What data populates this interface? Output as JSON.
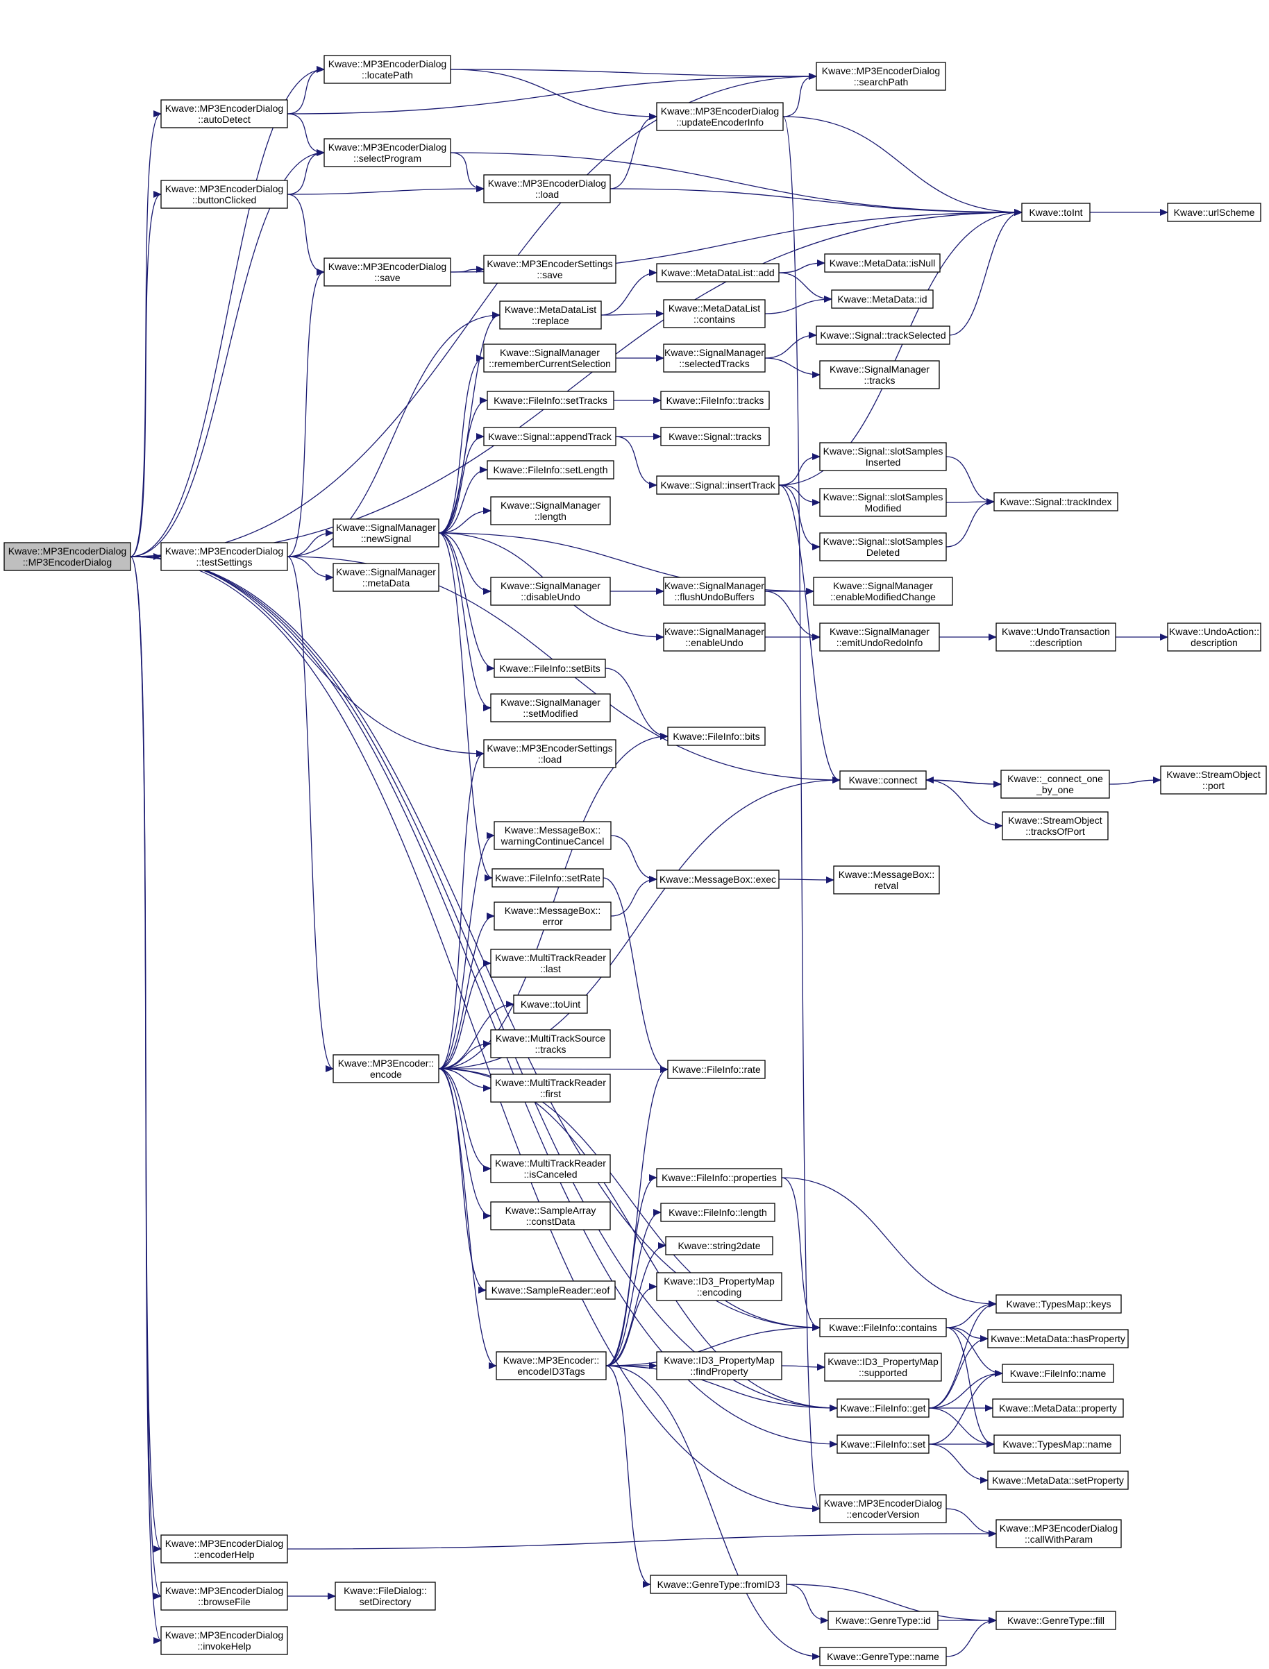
{
  "colors": {
    "edge": "#191970",
    "node_fill": "#ffffff",
    "highlight_fill": "#bfbfbf",
    "border": "#000000"
  },
  "nodes": {
    "root": [
      "Kwave::MP3EncoderDialog",
      "::MP3EncoderDialog"
    ],
    "autoDetect": [
      "Kwave::MP3EncoderDialog",
      "::autoDetect"
    ],
    "buttonClicked": [
      "Kwave::MP3EncoderDialog",
      "::buttonClicked"
    ],
    "testSettings": [
      "Kwave::MP3EncoderDialog",
      "::testSettings"
    ],
    "encoderHelp": [
      "Kwave::MP3EncoderDialog",
      "::encoderHelp"
    ],
    "browseFile": [
      "Kwave::MP3EncoderDialog",
      "::browseFile"
    ],
    "invokeHelp": [
      "Kwave::MP3EncoderDialog",
      "::invokeHelp"
    ],
    "locatePath": [
      "Kwave::MP3EncoderDialog",
      "::locatePath"
    ],
    "selectProgram": [
      "Kwave::MP3EncoderDialog",
      "::selectProgram"
    ],
    "save": [
      "Kwave::MP3EncoderDialog",
      "::save"
    ],
    "newSignal": [
      "Kwave::SignalManager",
      "::newSignal"
    ],
    "smMetaData": [
      "Kwave::SignalManager",
      "::metaData"
    ],
    "encode": [
      "Kwave::MP3Encoder::",
      "encode"
    ],
    "fdSetDir": [
      "Kwave::FileDialog::",
      "setDirectory"
    ],
    "load": [
      "Kwave::MP3EncoderDialog",
      "::load"
    ],
    "mesSave": [
      "Kwave::MP3EncoderSettings",
      "::save"
    ],
    "mdlReplace": [
      "Kwave::MetaDataList",
      "::replace"
    ],
    "smRemember": [
      "Kwave::SignalManager",
      "::rememberCurrentSelection"
    ],
    "fiSetTracks": [
      "Kwave::FileInfo::setTracks"
    ],
    "sigAppend": [
      "Kwave::Signal::appendTrack"
    ],
    "fiSetLength": [
      "Kwave::FileInfo::setLength"
    ],
    "smLength": [
      "Kwave::SignalManager",
      "::length"
    ],
    "smDisableUndo": [
      "Kwave::SignalManager",
      "::disableUndo"
    ],
    "fiSetBits": [
      "Kwave::FileInfo::setBits"
    ],
    "smSetModified": [
      "Kwave::SignalManager",
      "::setModified"
    ],
    "mesLoad": [
      "Kwave::MP3EncoderSettings",
      "::load"
    ],
    "mbWarn": [
      "Kwave::MessageBox::",
      "warningContinueCancel"
    ],
    "fiSetRate": [
      "Kwave::FileInfo::setRate"
    ],
    "mbError": [
      "Kwave::MessageBox::",
      "error"
    ],
    "mtrLast": [
      "Kwave::MultiTrackReader",
      "::last"
    ],
    "toUint": [
      "Kwave::toUint"
    ],
    "mtsTracks": [
      "Kwave::MultiTrackSource",
      "::tracks"
    ],
    "mtrFirst": [
      "Kwave::MultiTrackReader",
      "::first"
    ],
    "mtrCanceled": [
      "Kwave::MultiTrackReader",
      "::isCanceled"
    ],
    "saConst": [
      "Kwave::SampleArray",
      "::constData"
    ],
    "srEof": [
      "Kwave::SampleReader::eof"
    ],
    "encID3": [
      "Kwave::MP3Encoder::",
      "encodeID3Tags"
    ],
    "updateEncInfo": [
      "Kwave::MP3EncoderDialog",
      "::updateEncoderInfo"
    ],
    "mdlAdd": [
      "Kwave::MetaDataList::add"
    ],
    "mdlContains": [
      "Kwave::MetaDataList",
      "::contains"
    ],
    "smSelTracks": [
      "Kwave::SignalManager",
      "::selectedTracks"
    ],
    "fiTracks": [
      "Kwave::FileInfo::tracks"
    ],
    "sigTracks": [
      "Kwave::Signal::tracks"
    ],
    "sigInsert": [
      "Kwave::Signal::insertTrack"
    ],
    "smFlush": [
      "Kwave::SignalManager",
      "::flushUndoBuffers"
    ],
    "smEnableUndo": [
      "Kwave::SignalManager",
      "::enableUndo"
    ],
    "fiBits": [
      "Kwave::FileInfo::bits"
    ],
    "mbExec": [
      "Kwave::MessageBox::exec"
    ],
    "fiRate": [
      "Kwave::FileInfo::rate"
    ],
    "fiProps": [
      "Kwave::FileInfo::properties"
    ],
    "fiLength": [
      "Kwave::FileInfo::length"
    ],
    "str2date": [
      "Kwave::string2date"
    ],
    "id3Enc": [
      "Kwave::ID3_PropertyMap",
      "::encoding"
    ],
    "id3Find": [
      "Kwave::ID3_PropertyMap",
      "::findProperty"
    ],
    "gtFromID3": [
      "Kwave::GenreType::fromID3"
    ],
    "searchPath": [
      "Kwave::MP3EncoderDialog",
      "::searchPath"
    ],
    "mdIsNull": [
      "Kwave::MetaData::isNull"
    ],
    "mdId": [
      "Kwave::MetaData::id"
    ],
    "sigTrackSel": [
      "Kwave::Signal::trackSelected"
    ],
    "smTracks": [
      "Kwave::SignalManager",
      "::tracks"
    ],
    "sigSlotIns": [
      "Kwave::Signal::slotSamples",
      "Inserted"
    ],
    "sigSlotMod": [
      "Kwave::Signal::slotSamples",
      "Modified"
    ],
    "sigSlotDel": [
      "Kwave::Signal::slotSamples",
      "Deleted"
    ],
    "smEnableMod": [
      "Kwave::SignalManager",
      "::enableModifiedChange"
    ],
    "smEmitUndo": [
      "Kwave::SignalManager",
      "::emitUndoRedoInfo"
    ],
    "connect": [
      "Kwave::connect"
    ],
    "mbRetval": [
      "Kwave::MessageBox::",
      "retval"
    ],
    "fiContains": [
      "Kwave::FileInfo::contains"
    ],
    "id3Supported": [
      "Kwave::ID3_PropertyMap",
      "::supported"
    ],
    "fiGet": [
      "Kwave::FileInfo::get"
    ],
    "fiSet": [
      "Kwave::FileInfo::set"
    ],
    "encVersion": [
      "Kwave::MP3EncoderDialog",
      "::encoderVersion"
    ],
    "gtId": [
      "Kwave::GenreType::id"
    ],
    "gtName": [
      "Kwave::GenreType::name"
    ],
    "toInt": [
      "Kwave::toInt"
    ],
    "sigTrackIndex": [
      "Kwave::Signal::trackIndex"
    ],
    "utDesc": [
      "Kwave::UndoTransaction",
      "::description"
    ],
    "connOne": [
      "Kwave::_connect_one",
      "_by_one"
    ],
    "soTracksOfPort": [
      "Kwave::StreamObject",
      "::tracksOfPort"
    ],
    "tmKeys": [
      "Kwave::TypesMap::keys"
    ],
    "mdHasProp": [
      "Kwave::MetaData::hasProperty"
    ],
    "fiName": [
      "Kwave::FileInfo::name"
    ],
    "mdProperty": [
      "Kwave::MetaData::property"
    ],
    "tmName": [
      "Kwave::TypesMap::name"
    ],
    "mdSetProp": [
      "Kwave::MetaData::setProperty"
    ],
    "callWithParam": [
      "Kwave::MP3EncoderDialog",
      "::callWithParam"
    ],
    "gtFill": [
      "Kwave::GenreType::fill"
    ],
    "urlScheme": [
      "Kwave::urlScheme"
    ],
    "uaDesc": [
      "Kwave::UndoAction::",
      "description"
    ],
    "soPort": [
      "Kwave::StreamObject",
      "::port"
    ]
  },
  "edges": [
    [
      "root",
      "autoDetect"
    ],
    [
      "root",
      "buttonClicked"
    ],
    [
      "root",
      "testSettings"
    ],
    [
      "root",
      "encoderHelp"
    ],
    [
      "root",
      "browseFile"
    ],
    [
      "root",
      "invokeHelp"
    ],
    [
      "root",
      "locatePath"
    ],
    [
      "root",
      "searchPath"
    ],
    [
      "root",
      "selectProgram"
    ],
    [
      "root",
      "toInt"
    ],
    [
      "root",
      "mesLoad"
    ],
    [
      "root",
      "fiGet"
    ],
    [
      "root",
      "fiContains"
    ],
    [
      "root",
      "fiSet"
    ],
    [
      "root",
      "encVersion"
    ],
    [
      "autoDetect",
      "locatePath"
    ],
    [
      "autoDetect",
      "searchPath"
    ],
    [
      "autoDetect",
      "selectProgram"
    ],
    [
      "buttonClicked",
      "selectProgram"
    ],
    [
      "buttonClicked",
      "load"
    ],
    [
      "buttonClicked",
      "save"
    ],
    [
      "locatePath",
      "searchPath"
    ],
    [
      "locatePath",
      "updateEncInfo"
    ],
    [
      "selectProgram",
      "load"
    ],
    [
      "selectProgram",
      "toInt"
    ],
    [
      "load",
      "updateEncInfo"
    ],
    [
      "load",
      "toInt"
    ],
    [
      "updateEncInfo",
      "searchPath"
    ],
    [
      "updateEncInfo",
      "toInt"
    ],
    [
      "updateEncInfo",
      "encVersion"
    ],
    [
      "save",
      "mesSave"
    ],
    [
      "save",
      "toInt"
    ],
    [
      "testSettings",
      "save"
    ],
    [
      "testSettings",
      "newSignal"
    ],
    [
      "testSettings",
      "smMetaData"
    ],
    [
      "testSettings",
      "encode"
    ],
    [
      "testSettings",
      "mdlReplace"
    ],
    [
      "testSettings",
      "connect"
    ],
    [
      "newSignal",
      "mdlReplace"
    ],
    [
      "newSignal",
      "smRemember"
    ],
    [
      "newSignal",
      "fiSetTracks"
    ],
    [
      "newSignal",
      "sigAppend"
    ],
    [
      "newSignal",
      "fiSetLength"
    ],
    [
      "newSignal",
      "smLength"
    ],
    [
      "newSignal",
      "smDisableUndo"
    ],
    [
      "newSignal",
      "smEnableUndo"
    ],
    [
      "newSignal",
      "fiSetBits"
    ],
    [
      "newSignal",
      "smSetModified"
    ],
    [
      "newSignal",
      "fiSetRate"
    ],
    [
      "newSignal",
      "smEnableMod"
    ],
    [
      "mdlReplace",
      "mdlAdd"
    ],
    [
      "mdlReplace",
      "mdlContains"
    ],
    [
      "mdlAdd",
      "mdIsNull"
    ],
    [
      "mdlAdd",
      "mdId"
    ],
    [
      "mdlContains",
      "mdId"
    ],
    [
      "smRemember",
      "smSelTracks"
    ],
    [
      "smSelTracks",
      "sigTrackSel"
    ],
    [
      "smSelTracks",
      "smTracks"
    ],
    [
      "sigTrackSel",
      "toInt"
    ],
    [
      "fiSetTracks",
      "fiTracks"
    ],
    [
      "sigAppend",
      "sigTracks"
    ],
    [
      "sigAppend",
      "sigInsert"
    ],
    [
      "sigInsert",
      "toInt"
    ],
    [
      "sigInsert",
      "sigSlotIns"
    ],
    [
      "sigInsert",
      "sigSlotMod"
    ],
    [
      "sigInsert",
      "sigSlotDel"
    ],
    [
      "sigInsert",
      "connect"
    ],
    [
      "sigSlotIns",
      "sigTrackIndex"
    ],
    [
      "sigSlotMod",
      "sigTrackIndex"
    ],
    [
      "sigSlotDel",
      "sigTrackIndex"
    ],
    [
      "smDisableUndo",
      "smFlush"
    ],
    [
      "smFlush",
      "smEnableMod"
    ],
    [
      "smFlush",
      "smEmitUndo"
    ],
    [
      "smEnableUndo",
      "smEmitUndo"
    ],
    [
      "smEmitUndo",
      "utDesc"
    ],
    [
      "utDesc",
      "uaDesc"
    ],
    [
      "fiSetBits",
      "fiBits"
    ],
    [
      "fiSetRate",
      "fiRate"
    ],
    [
      "mbWarn",
      "mbExec"
    ],
    [
      "mbError",
      "mbExec"
    ],
    [
      "mbExec",
      "mbRetval"
    ],
    [
      "encode",
      "mesLoad"
    ],
    [
      "encode",
      "fiBits"
    ],
    [
      "encode",
      "mbWarn"
    ],
    [
      "encode",
      "mbError"
    ],
    [
      "encode",
      "mtrLast"
    ],
    [
      "encode",
      "toUint"
    ],
    [
      "encode",
      "mtsTracks"
    ],
    [
      "encode",
      "mtrFirst"
    ],
    [
      "encode",
      "fiRate"
    ],
    [
      "encode",
      "mtrCanceled"
    ],
    [
      "encode",
      "saConst"
    ],
    [
      "encode",
      "srEof"
    ],
    [
      "encode",
      "encID3"
    ],
    [
      "encode",
      "connect"
    ],
    [
      "encode",
      "fiContains"
    ],
    [
      "encode",
      "fiGet"
    ],
    [
      "encID3",
      "fiRate"
    ],
    [
      "encID3",
      "fiProps"
    ],
    [
      "encID3",
      "fiLength"
    ],
    [
      "encID3",
      "str2date"
    ],
    [
      "encID3",
      "id3Enc"
    ],
    [
      "encID3",
      "id3Find"
    ],
    [
      "encID3",
      "fiContains"
    ],
    [
      "encID3",
      "fiGet"
    ],
    [
      "encID3",
      "gtFromID3"
    ],
    [
      "encID3",
      "gtName"
    ],
    [
      "id3Find",
      "id3Supported"
    ],
    [
      "fiProps",
      "tmKeys"
    ],
    [
      "fiProps",
      "fiContains"
    ],
    [
      "fiContains",
      "tmKeys"
    ],
    [
      "fiContains",
      "mdHasProp"
    ],
    [
      "fiContains",
      "fiName"
    ],
    [
      "fiContains",
      "tmName"
    ],
    [
      "fiGet",
      "tmKeys"
    ],
    [
      "fiGet",
      "mdHasProp"
    ],
    [
      "fiGet",
      "fiName"
    ],
    [
      "fiGet",
      "mdProperty"
    ],
    [
      "fiGet",
      "tmName"
    ],
    [
      "fiSet",
      "fiName"
    ],
    [
      "fiSet",
      "tmName"
    ],
    [
      "fiSet",
      "mdSetProp"
    ],
    [
      "encVersion",
      "callWithParam"
    ],
    [
      "encoderHelp",
      "callWithParam"
    ],
    [
      "browseFile",
      "fdSetDir"
    ],
    [
      "gtFromID3",
      "gtId"
    ],
    [
      "gtFromID3",
      "gtFill"
    ],
    [
      "gtId",
      "gtFill"
    ],
    [
      "gtName",
      "gtFill"
    ],
    [
      "toInt",
      "urlScheme"
    ],
    [
      "connect",
      "connOne"
    ],
    [
      "connOne",
      "connect"
    ],
    [
      "connect",
      "soTracksOfPort"
    ],
    [
      "connOne",
      "soPort"
    ]
  ]
}
